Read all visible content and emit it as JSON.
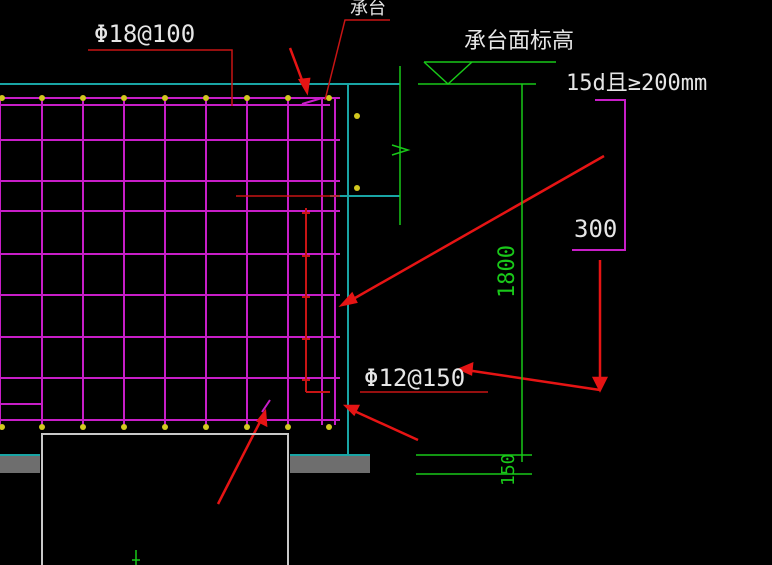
{
  "labels": {
    "top_rebar": "Φ18@100",
    "cap_top": "承台",
    "cap_elevation": "承台面标高",
    "anchorage": "15d且≥200mm",
    "hook_len": "300",
    "side_rebar": "Φ12@150",
    "depth": "1800",
    "cover": "150"
  },
  "colors": {
    "background": "#000000",
    "rebar": "#c81ec8",
    "concrete_edge": "#19a5a5",
    "dim": "#19c819",
    "leader": "#c81414",
    "arrow": "#e61414",
    "dots": "#d2c81e",
    "pile": "#c8c8c8",
    "text": "#e6e6e6"
  }
}
